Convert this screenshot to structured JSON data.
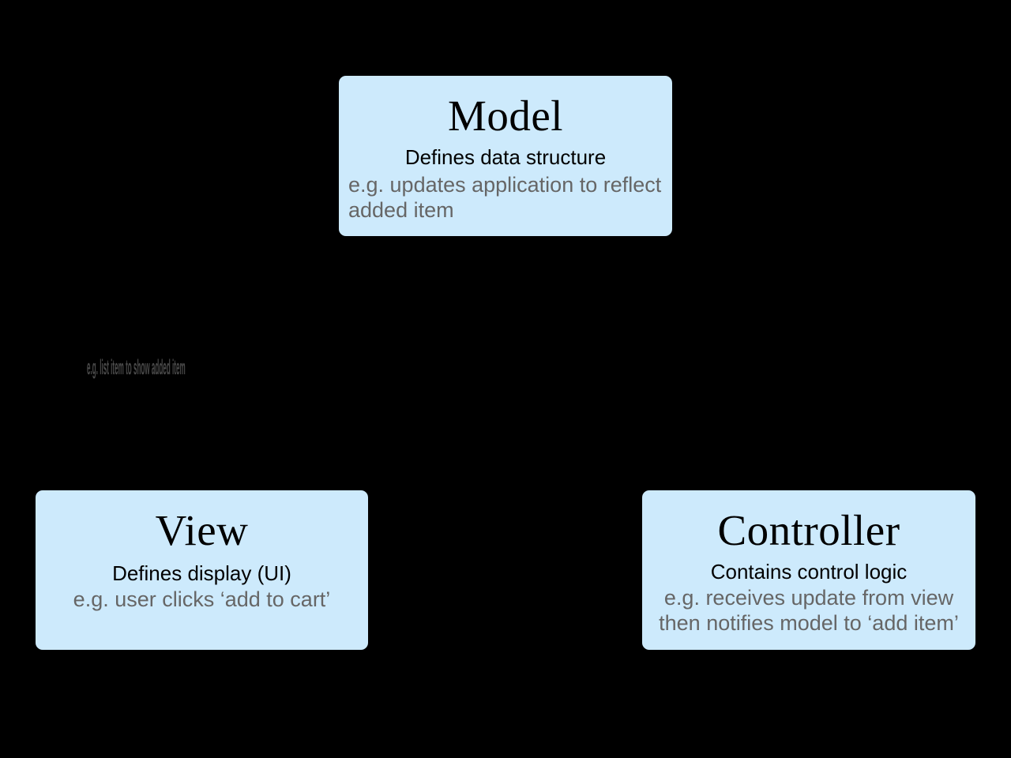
{
  "diagram": {
    "type": "mvc-pattern",
    "background_color": "#000000",
    "node_fill_color": "#cdeafc",
    "title_color": "#000000",
    "subtitle_color": "#000000",
    "example_color": "#666666",
    "nodes": [
      {
        "id": "model",
        "title": "Model",
        "subtitle": "Defines data structure",
        "example": "e.g. updates application to reflect added item"
      },
      {
        "id": "view",
        "title": "View",
        "subtitle": "Defines display (UI)",
        "example": "e.g. user clicks ‘add to cart’"
      },
      {
        "id": "controller",
        "title": "Controller",
        "subtitle": "Contains control logic",
        "example": "e.g. receives update from view then notifies model to ‘add item’"
      }
    ],
    "edge_labels": [
      {
        "id": "view-update",
        "text": "e.g. list item to show added item"
      }
    ]
  }
}
